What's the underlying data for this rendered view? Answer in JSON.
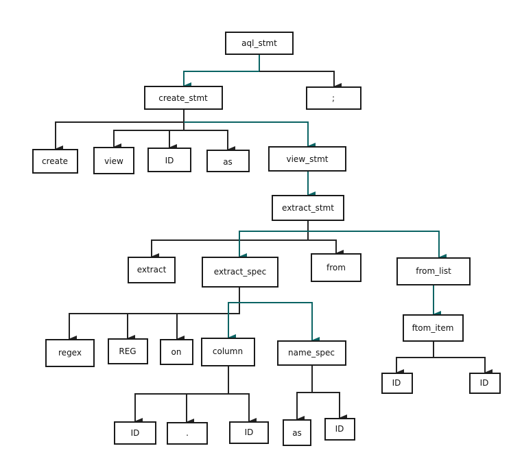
{
  "colors": {
    "edge_dark": "#222222",
    "edge_teal": "#0b6464",
    "node_border": "#1a1a1a"
  },
  "nodes": {
    "aql_stmt": "aql_stmt",
    "semicolon": ";",
    "create_stmt": "create_stmt",
    "create": "create",
    "view": "view",
    "id_create": "ID",
    "as_create": "as",
    "view_stmt": "view_stmt",
    "extract_stmt": "extract_stmt",
    "extract": "extract",
    "extract_spec": "extract_spec",
    "from": "from",
    "from_list": "from_list",
    "regex": "regex",
    "reg": "REG",
    "on": "on",
    "column": "column",
    "name_spec": "name_spec",
    "ftom_item": "ftom_item",
    "id_item_left": "ID",
    "id_item_right": "ID",
    "id_col_left": "ID",
    "dot": ".",
    "id_col_right": "ID",
    "as_name": "as",
    "id_name": "ID"
  }
}
